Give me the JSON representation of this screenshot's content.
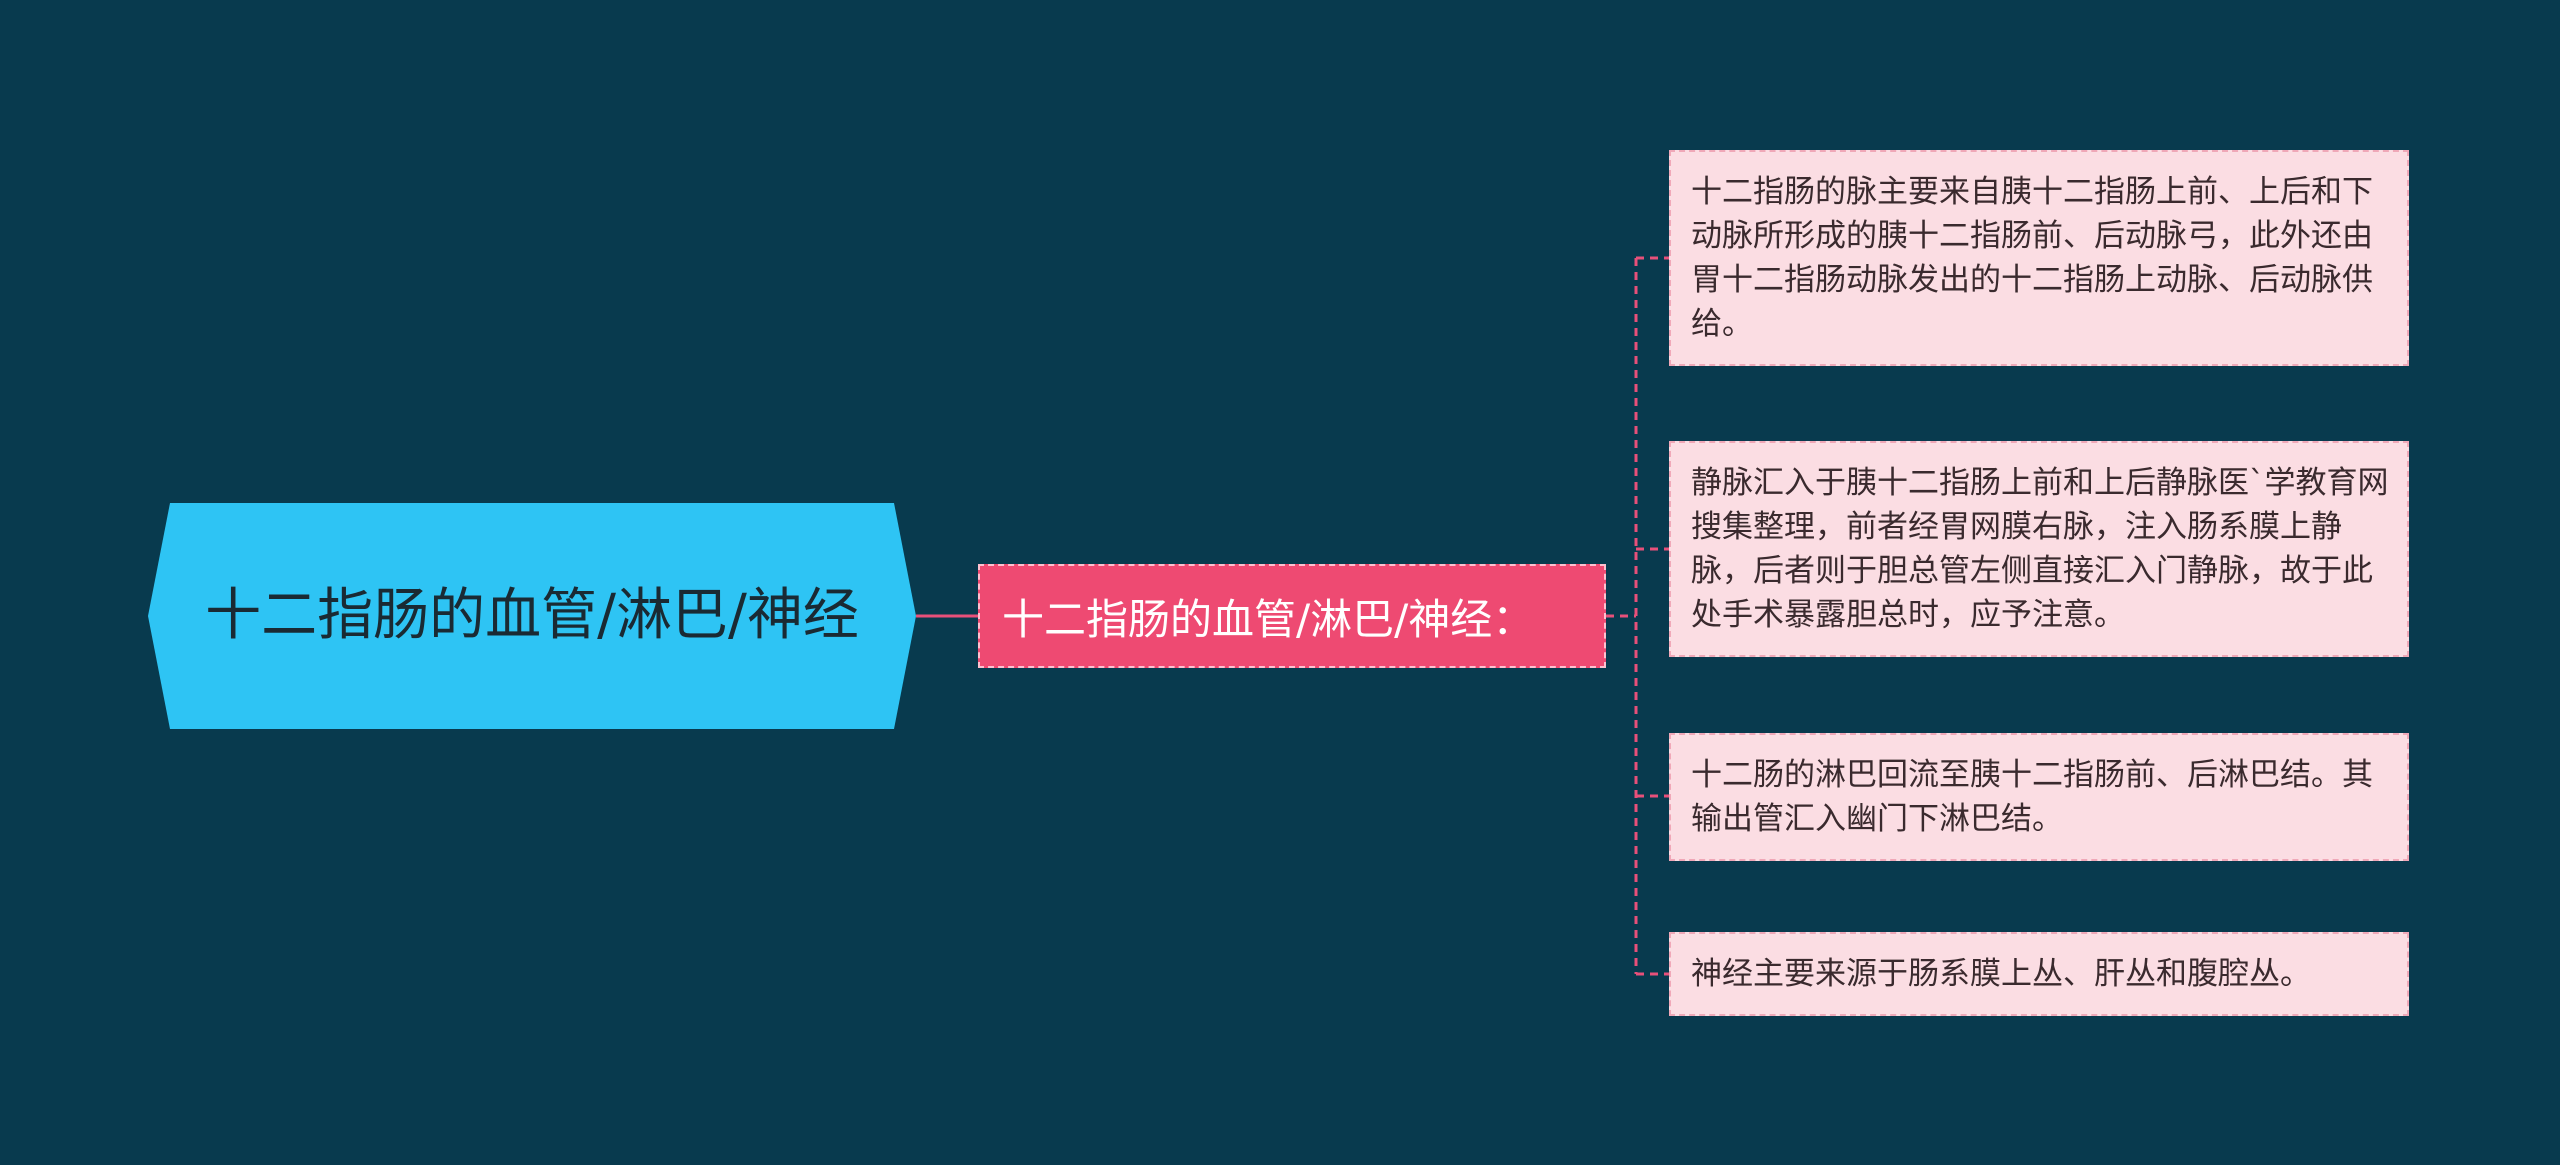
{
  "root": {
    "label": "十二指肠的血管/淋巴/神经"
  },
  "topic": {
    "label": "十二指肠的血管/淋巴/神经："
  },
  "details": [
    {
      "text": "十二指肠的脉主要来自胰十二指肠上前、上后和下动脉所形成的胰十二指肠前、后动脉弓，此外还由胃十二指肠动脉发出的十二指肠上动脉、后动脉供给。"
    },
    {
      "text": "静脉汇入于胰十二指肠上前和上后静脉医`学教育网搜集整理，前者经胃网膜右脉，注入肠系膜上静脉，后者则于胆总管左侧直接汇入门静脉，故于此处手术暴露胆总时，应予注意。"
    },
    {
      "text": "十二肠的淋巴回流至胰十二指肠前、后淋巴结。其输出管汇入幽门下淋巴结。"
    },
    {
      "text": "神经主要来源于肠系膜上丛、肝丛和腹腔丛。"
    }
  ],
  "colors": {
    "background": "#083a4e",
    "root_fill": "#2ec4f4",
    "topic_fill": "#ee4a72",
    "leaf_fill": "#fbdde3",
    "connector": "#e8507a"
  }
}
